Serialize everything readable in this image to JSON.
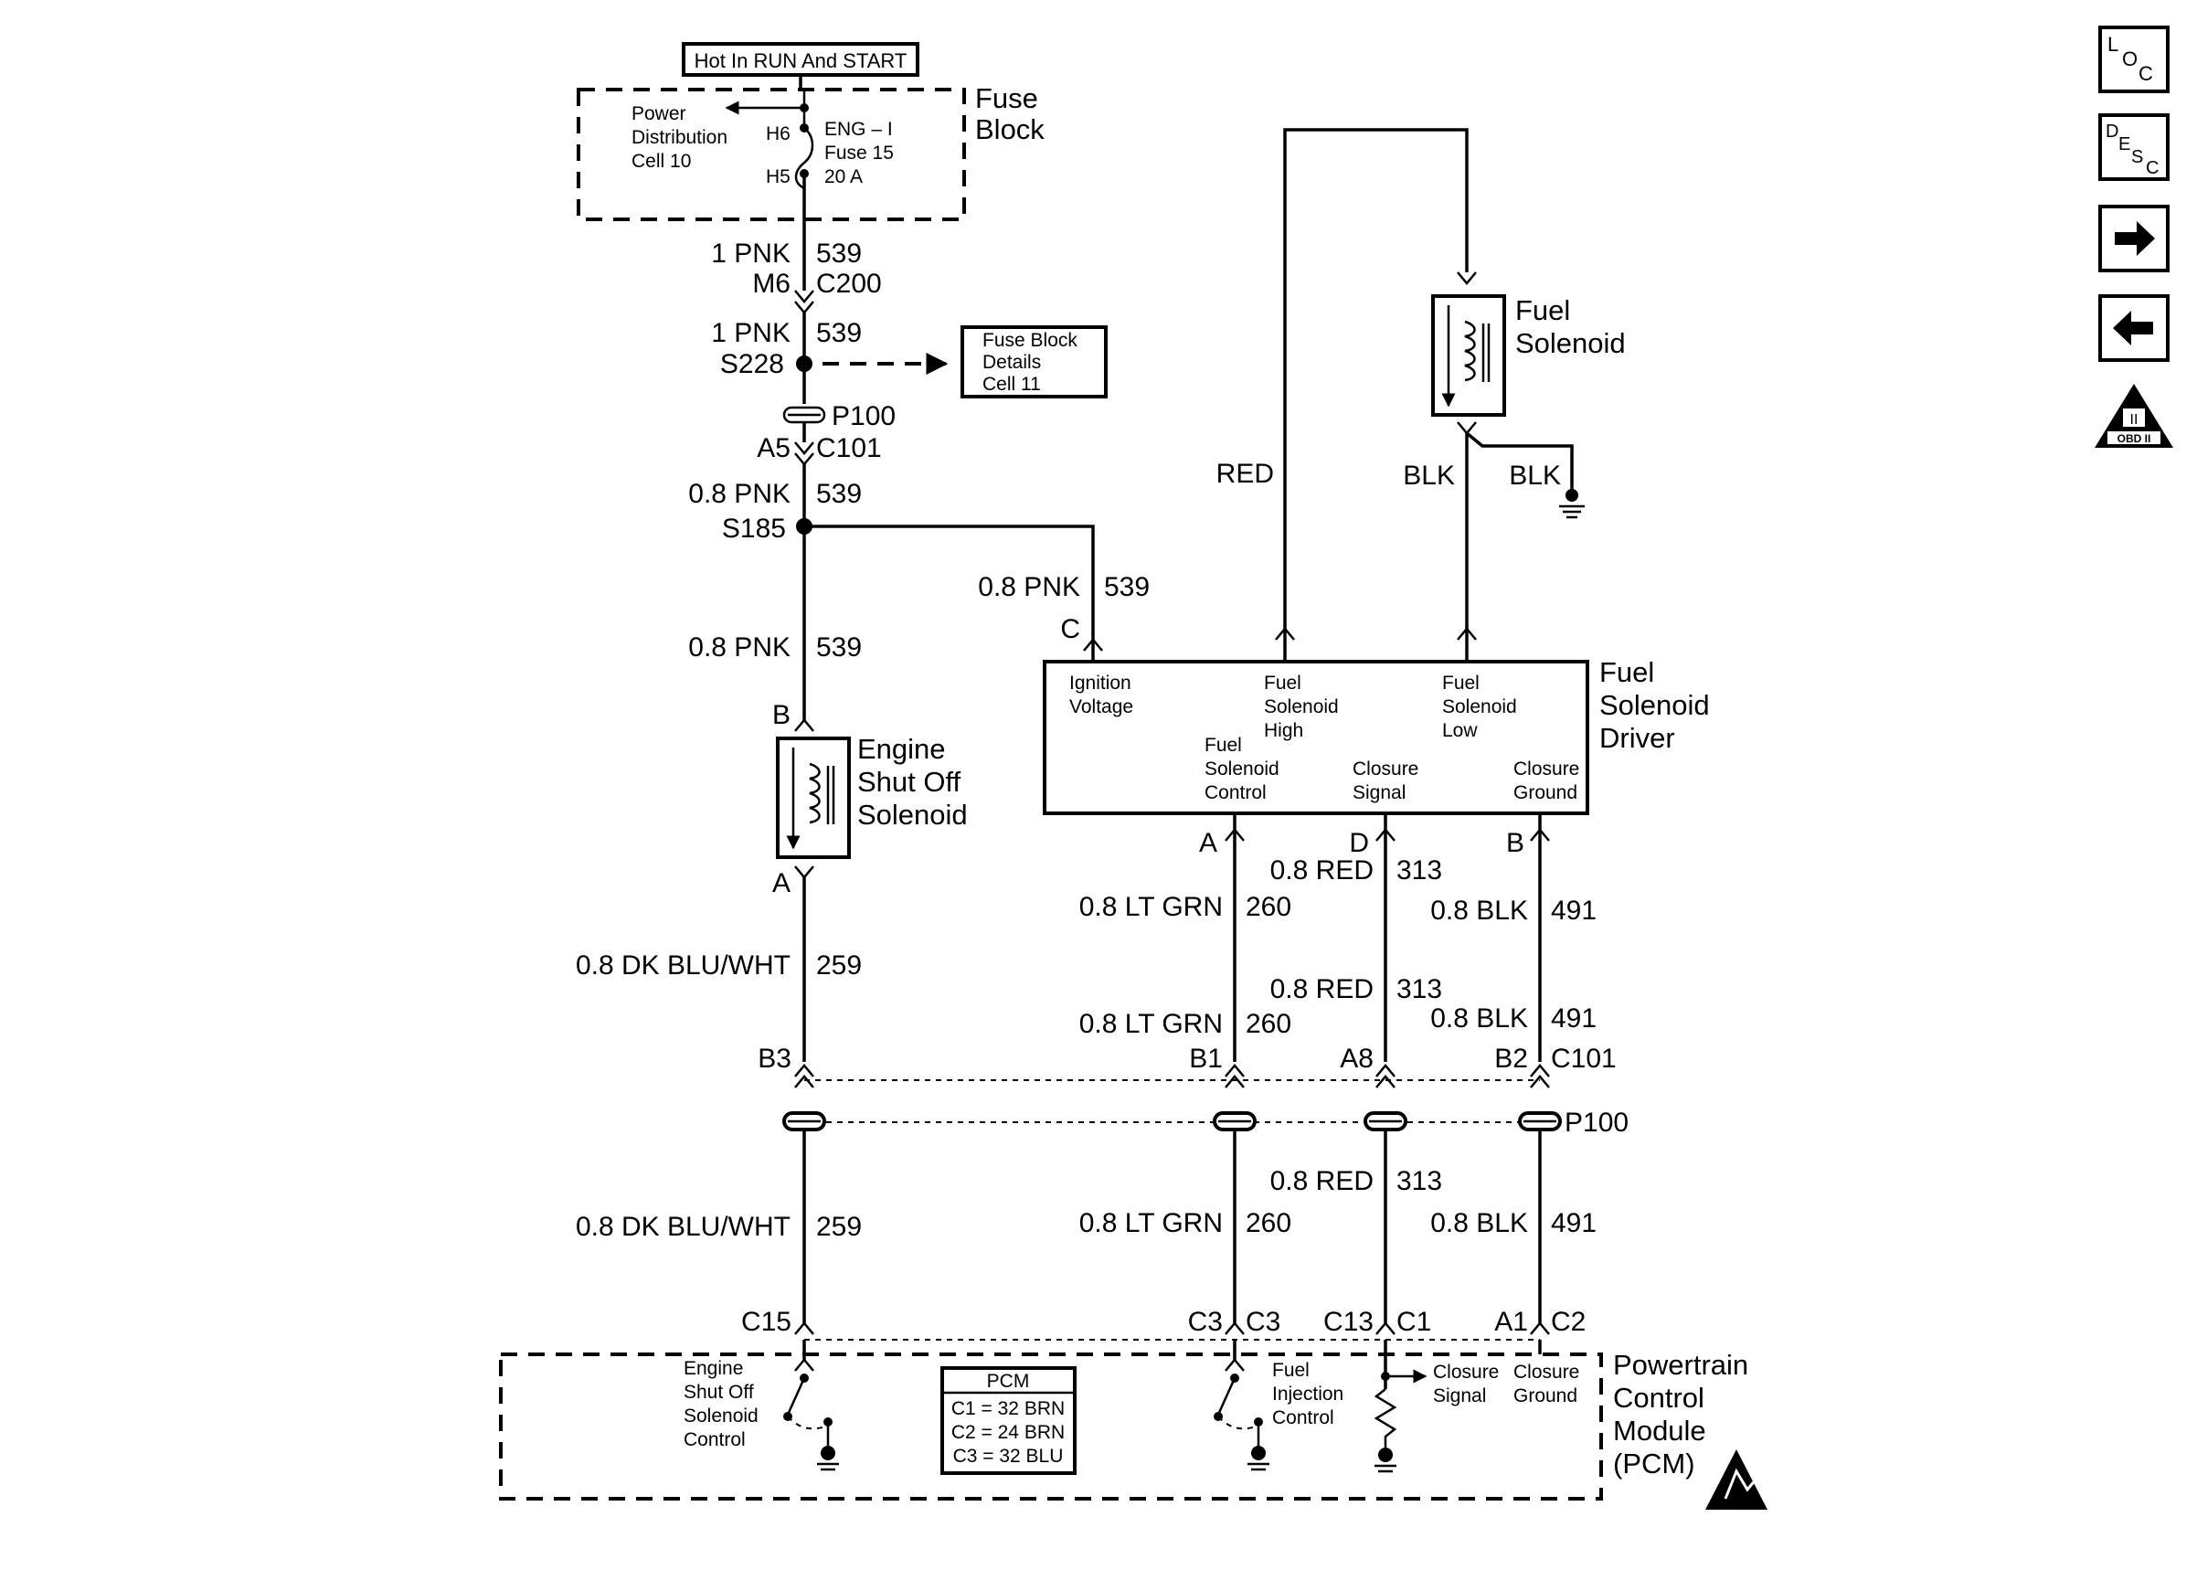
{
  "hot_label": "Hot In RUN And START",
  "fuse_block": {
    "title": [
      "Fuse",
      "Block"
    ],
    "power_dist": [
      "Power",
      "Distribution",
      "Cell 10"
    ],
    "fuse_info": [
      "ENG – I",
      "Fuse 15",
      "20 A"
    ],
    "pin_top": "H6",
    "pin_bottom": "H5"
  },
  "main_wire": {
    "w1": {
      "gauge": "1 PNK",
      "circuit": "539"
    },
    "conn1": {
      "pin": "M6",
      "connector": "C200"
    },
    "w2": {
      "gauge": "1 PNK",
      "circuit": "539"
    },
    "splice1": "S228",
    "fuse_details": [
      "Fuse Block",
      "Details",
      "Cell 11"
    ],
    "inline": "P100",
    "conn2": {
      "pin": "A5",
      "connector": "C101"
    },
    "w3": {
      "gauge": "0.8 PNK",
      "circuit": "539"
    },
    "splice2": "S185",
    "w4": {
      "gauge": "0.8 PNK",
      "circuit": "539"
    },
    "pin_b": "B"
  },
  "branch": {
    "gauge": "0.8 PNK",
    "circuit": "539",
    "pin": "C"
  },
  "engine_solenoid": {
    "label": [
      "Engine",
      "Shut Off",
      "Solenoid"
    ],
    "pin_bottom": "A",
    "wire": {
      "gauge": "0.8 DK BLU/WHT",
      "circuit": "259"
    }
  },
  "fuel_solenoid": {
    "label": [
      "Fuel",
      "Solenoid"
    ],
    "wire_red": "RED",
    "wire_blk": "BLK",
    "ground_blk": "BLK"
  },
  "driver": {
    "title": [
      "Fuel",
      "Solenoid",
      "Driver"
    ],
    "ign": [
      "Ignition",
      "Voltage"
    ],
    "high": [
      "Fuel",
      "Solenoid",
      "High"
    ],
    "low": [
      "Fuel",
      "Solenoid",
      "Low"
    ],
    "ctrl": [
      "Fuel",
      "Solenoid",
      "Control"
    ],
    "closure_sig": [
      "Closure",
      "Signal"
    ],
    "closure_gnd": [
      "Closure",
      "Ground"
    ],
    "pins": {
      "a": "A",
      "d": "D",
      "b": "B"
    }
  },
  "wires_upper": {
    "red": {
      "gauge": "0.8 RED",
      "circuit": "313"
    },
    "grn": {
      "gauge": "0.8 LT GRN",
      "circuit": "260"
    },
    "blk": {
      "gauge": "0.8 BLK",
      "circuit": "491"
    }
  },
  "c101_pins": {
    "b3": "B3",
    "b1": "B1",
    "a8": "A8",
    "b2": "B2",
    "conn": "C101"
  },
  "p100": "P100",
  "wires_lower": {
    "blu": {
      "gauge": "0.8 DK BLU/WHT",
      "circuit": "259"
    },
    "grn": {
      "gauge": "0.8 LT GRN",
      "circuit": "260"
    },
    "red": {
      "gauge": "0.8 RED",
      "circuit": "313"
    },
    "blk": {
      "gauge": "0.8 BLK",
      "circuit": "491"
    }
  },
  "pcm_pins": {
    "c15": "C15",
    "c3a": "C3",
    "c3b": "C3",
    "c13": "C13",
    "c1": "C1",
    "a1": "A1",
    "c2": "C2"
  },
  "pcm": {
    "title": [
      "Powertrain",
      "Control",
      "Module",
      "(PCM)"
    ],
    "esos": [
      "Engine",
      "Shut Off",
      "Solenoid",
      "Control"
    ],
    "fic": [
      "Fuel",
      "Injection",
      "Control"
    ],
    "closure_sig": [
      "Closure",
      "Signal"
    ],
    "closure_gnd": [
      "Closure",
      "Ground"
    ],
    "table_title": "PCM",
    "table_rows": [
      "C1 = 32 BRN",
      "C2 = 24 BRN",
      "C3 = 32 BLU"
    ]
  },
  "nav": {
    "loc": [
      "L",
      "O",
      "C"
    ],
    "desc": [
      "D",
      "E",
      "S",
      "C"
    ],
    "obd": "OBD II",
    "obd_roman": "II"
  },
  "colors": {
    "line": "#000000",
    "background": "#ffffff"
  }
}
